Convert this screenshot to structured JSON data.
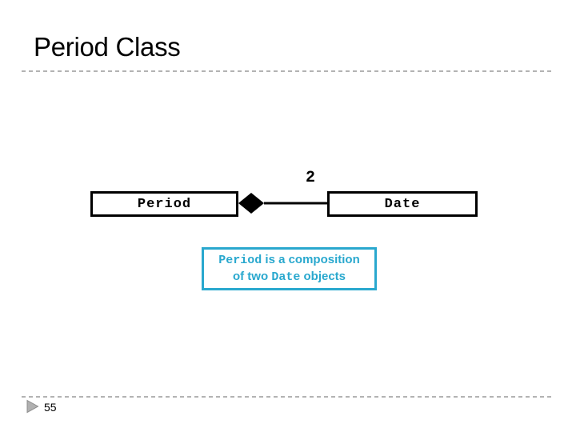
{
  "slide": {
    "title": "Period Class",
    "page_number": "55"
  },
  "diagram": {
    "period_box_label": "Period",
    "date_box_label": "Date",
    "multiplicity_label": "2"
  },
  "callout": {
    "line1_code": "Period",
    "line1_rest": " is a composition",
    "line2_pre": "of two ",
    "line2_code": "Date",
    "line2_post": " objects"
  },
  "colors": {
    "accent": "#29a8ce",
    "diagram_line": "#000000",
    "divider": "#b3b3b3",
    "marker_fill": "#b0b0b0",
    "marker_stroke": "#8c8c8c",
    "ink": "#000000"
  }
}
